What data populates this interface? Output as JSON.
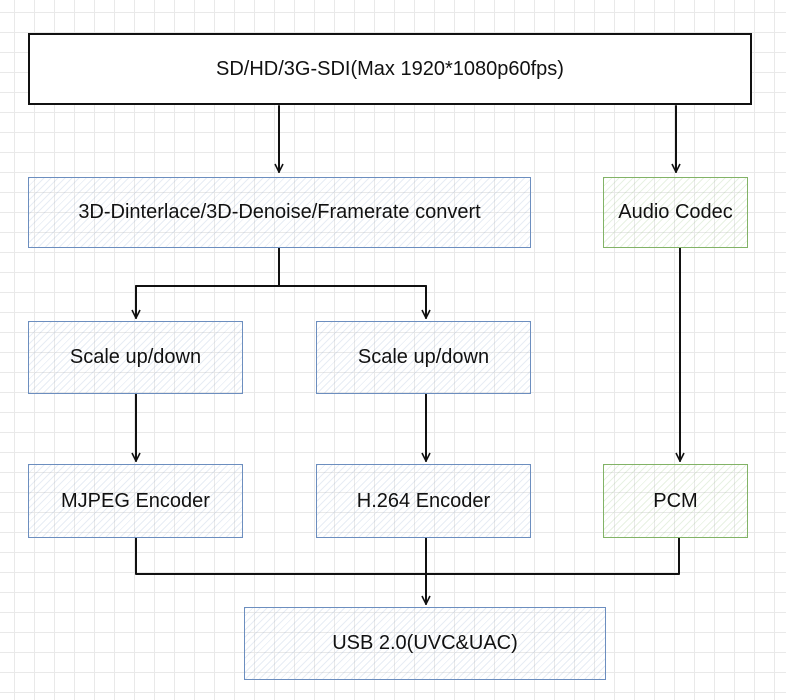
{
  "diagram": {
    "nodes": {
      "source": "SD/HD/3G-SDI(Max 1920*1080p60fps)",
      "processing": "3D-Dinterlace/3D-Denoise/Framerate convert",
      "audio_codec": "Audio Codec",
      "scale_left": "Scale up/down",
      "scale_right": "Scale up/down",
      "mjpeg_encoder": "MJPEG Encoder",
      "h264_encoder": "H.264 Encoder",
      "pcm": "PCM",
      "usb_output": "USB 2.0(UVC&UAC)"
    },
    "colors": {
      "video_blocks": "#6c8ebf",
      "audio_blocks": "#82b366",
      "source_block": "#111111",
      "connectors": "#111111"
    }
  }
}
